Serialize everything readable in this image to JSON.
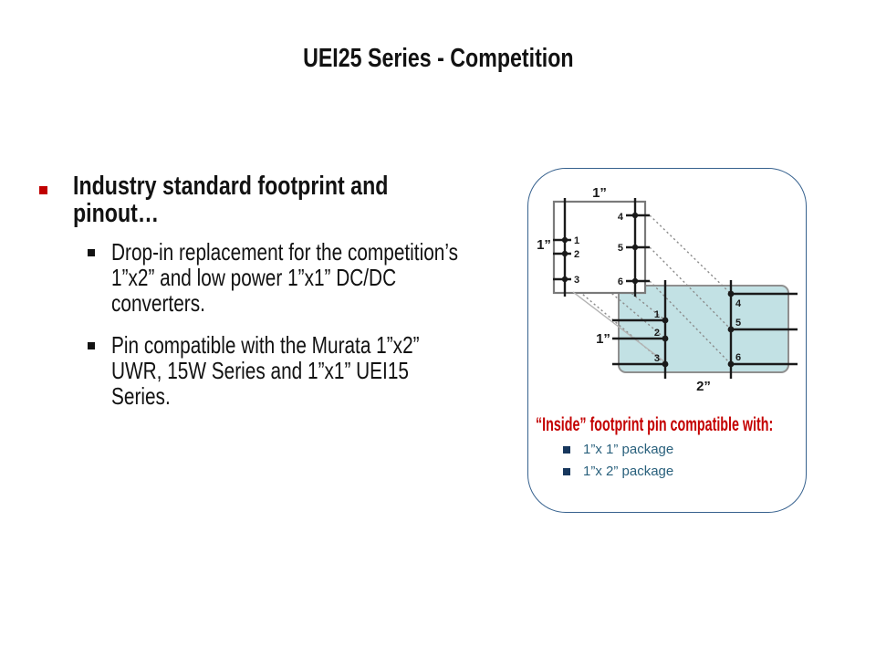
{
  "title": "UEI25 Series - Competition",
  "content": {
    "heading_lines": [
      "Industry standard footprint and",
      "pinout…"
    ],
    "items": [
      {
        "lines": [
          "Drop-in replacement for the competition’s",
          "1”x2” and low power 1”x1” DC/DC",
          "converters."
        ]
      },
      {
        "lines": [
          "Pin compatible with the Murata 1”x2”",
          "UWR, 15W Series and 1”x1” UEI15",
          "Series."
        ]
      }
    ]
  },
  "diagram": {
    "small_package": {
      "width_label": "1”",
      "height_label": "1”",
      "left_pins": [
        "1",
        "2",
        "3"
      ],
      "right_pins": [
        "4",
        "5",
        "6"
      ]
    },
    "large_package": {
      "height_label": "1”",
      "width_label": "2”",
      "left_pins": [
        "1",
        "2",
        "3"
      ],
      "right_pins": [
        "4",
        "5",
        "6"
      ]
    },
    "caption": "“Inside” footprint pin compatible with:",
    "caption_items": [
      "1”x 1” package",
      "1”x 2” package"
    ]
  },
  "colors": {
    "accent_red": "#c00000",
    "text": "#121212",
    "package_fill": "#c2e1e4",
    "package_border": "#8f8f8f",
    "connector_gray": "#8c8c8c",
    "caption_text": "#29607c",
    "caption_bullet": "#17375d",
    "frame_border": "#36618e"
  }
}
